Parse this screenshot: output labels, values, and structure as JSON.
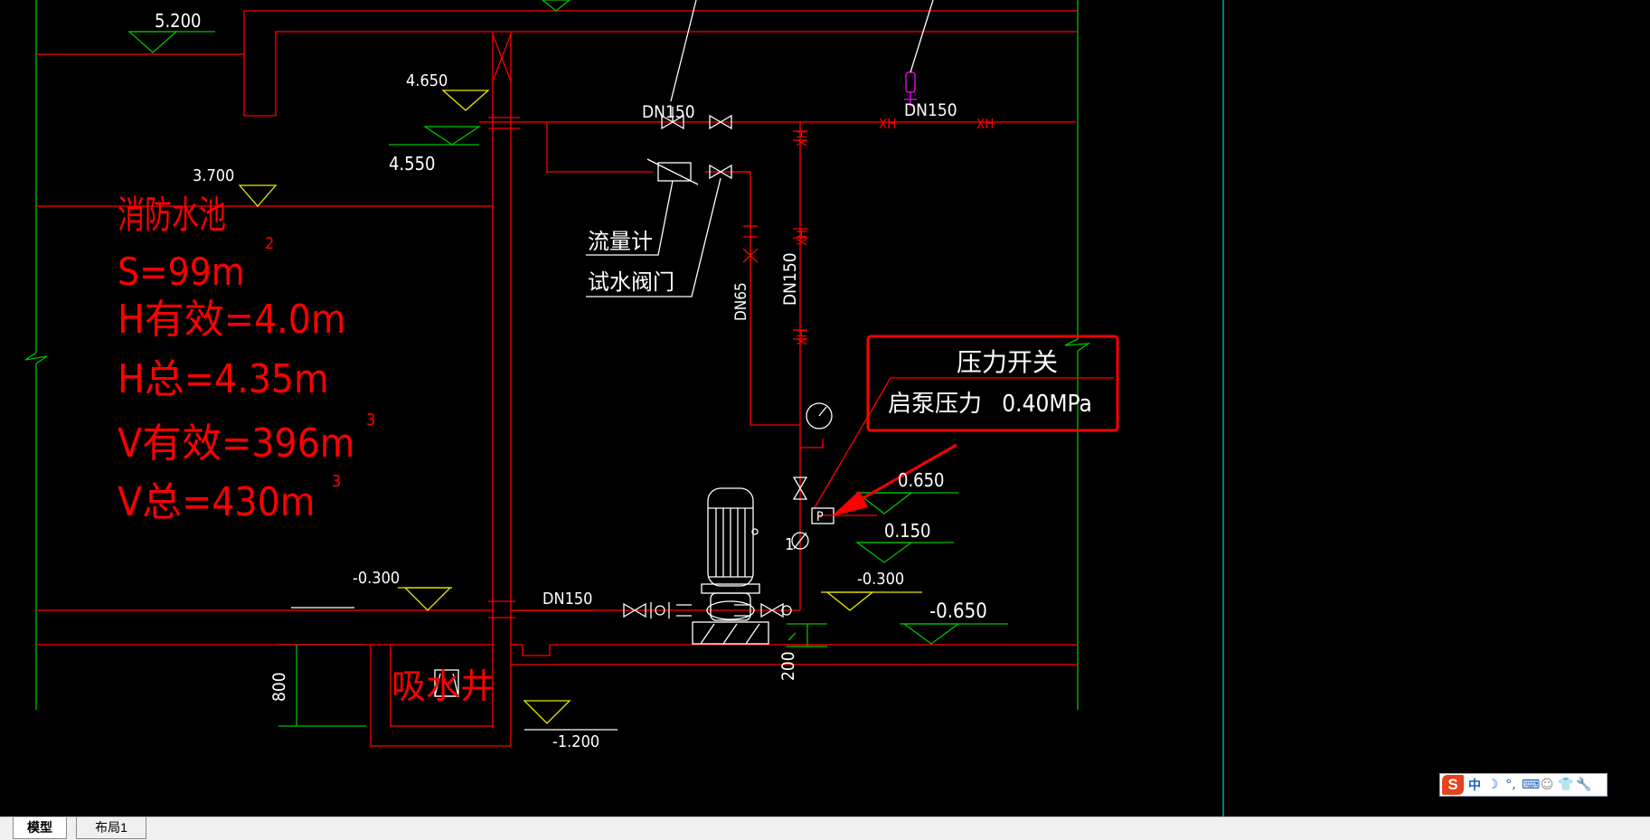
{
  "drawing": {
    "elevations": {
      "e_5200": "5.200",
      "e_4650": "4.650",
      "e_4550": "4.550",
      "e_3700": "3.700",
      "e_0650": "0.650",
      "e_0150": "0.150",
      "e_m0300_right": "-0.300",
      "e_m0300_left": "-0.300",
      "e_m0650": "-0.650",
      "e_m1200": "-1.200"
    },
    "pipe_labels": {
      "dn150_top_left": "DN150",
      "dn150_top_right": "DN150",
      "dn150_vertical": "DN150",
      "dn65_vertical": "DN65",
      "dn150_suction": "DN150",
      "xh_1": "XH",
      "xh_2": "XH",
      "xh_v1": "XH",
      "xh_v2": "XH",
      "xh_v3": "XH"
    },
    "labels": {
      "flowmeter": "流量计",
      "test_valve": "试水阀门",
      "suction_well": "吸水井",
      "dim_800": "800",
      "dim_200": "200",
      "pump_num": "1"
    },
    "pool_info": {
      "title": "消防水池",
      "area": "S=99m",
      "area_sup": "2",
      "h_effective": "H有效=4.0m",
      "h_total": "H总=4.35m",
      "v_effective": "V有效=396m",
      "v_effective_sup": "3",
      "v_total": "V总=430m",
      "v_total_sup": "3"
    },
    "callout": {
      "title": "压力开关",
      "text": "启泵压力   0.40MPa",
      "symbol": "P"
    }
  },
  "tabs": {
    "model": "模型",
    "layout1": "布局1"
  },
  "ime": {
    "logo": "S",
    "mode": "中",
    "icons": [
      "moon-icon",
      "punctuation-icon",
      "keyboard-icon",
      "user-icon",
      "shirt-icon",
      "wrench-icon"
    ]
  },
  "colors": {
    "red": "#ff0000",
    "green": "#00c000",
    "yellow": "#e8e800",
    "white": "#ffffff",
    "magenta": "#ff00ff",
    "cyan": "#00c0c0"
  }
}
